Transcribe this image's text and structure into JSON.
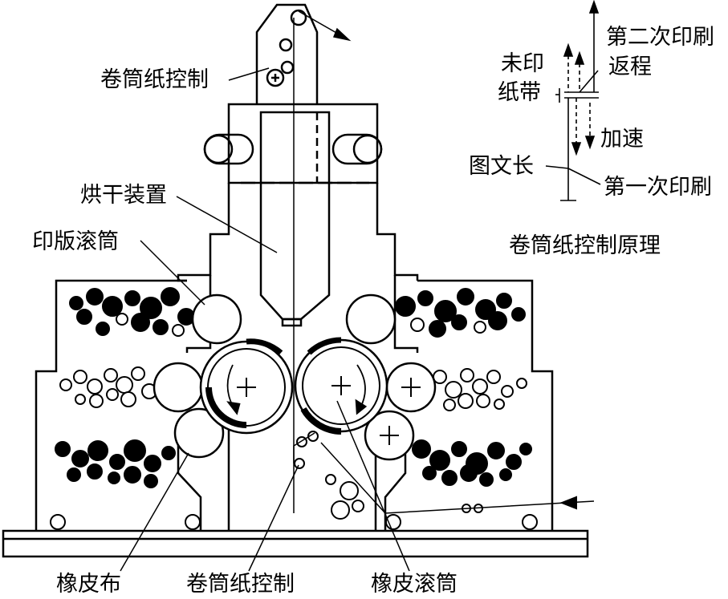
{
  "labels": {
    "web_control_top": "卷筒纸控制",
    "dryer": "烘干装置",
    "plate_cylinder": "印版滚筒",
    "blanket": "橡皮布",
    "web_control_bottom": "卷筒纸控制",
    "blanket_cylinder": "橡皮滚筒"
  },
  "principle": {
    "second_print": "第二次印刷",
    "unprinted_line1": "未印",
    "unprinted_line2": "纸带",
    "return": "返程",
    "accelerate": "加速",
    "image_length": "图文长",
    "first_print": "第一次印刷",
    "title": "卷筒纸控制原理"
  }
}
